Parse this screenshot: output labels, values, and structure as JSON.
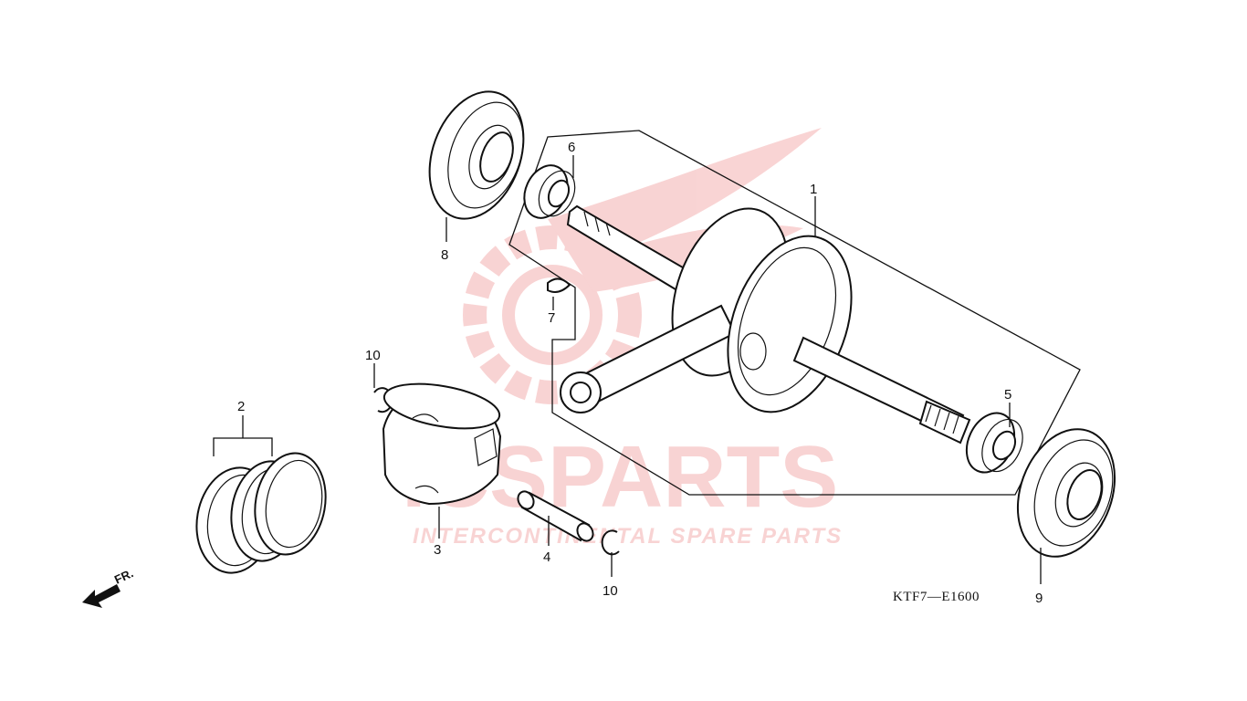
{
  "diagram": {
    "diagram_code": "KTF7—E1600",
    "front_marker": "FR.",
    "watermark": {
      "logo_text": "ICSPARTS",
      "tagline": "INTERCONTINENTAL SPARE PARTS"
    },
    "callouts": [
      {
        "id": "c1",
        "number": "1"
      },
      {
        "id": "c2",
        "number": "2"
      },
      {
        "id": "c3",
        "number": "3"
      },
      {
        "id": "c4",
        "number": "4"
      },
      {
        "id": "c5",
        "number": "5"
      },
      {
        "id": "c6",
        "number": "6"
      },
      {
        "id": "c7",
        "number": "7"
      },
      {
        "id": "c8",
        "number": "8"
      },
      {
        "id": "c9",
        "number": "9"
      },
      {
        "id": "c10a",
        "number": "10"
      },
      {
        "id": "c10b",
        "number": "10"
      }
    ]
  }
}
